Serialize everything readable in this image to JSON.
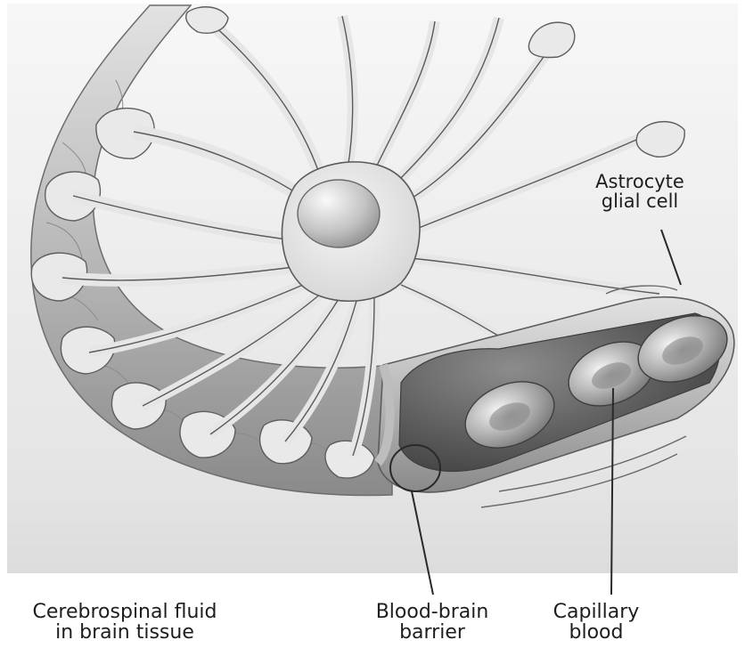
{
  "labels": {
    "astrocyte": {
      "line1": "Astrocyte",
      "line2": "glial cell"
    },
    "csf": {
      "line1": "Cerebrospinal fluid",
      "line2": "in brain tissue"
    },
    "bbb": {
      "line1": "Blood-brain",
      "line2": "barrier"
    },
    "capillary": {
      "line1": "Capillary",
      "line2": "blood"
    }
  },
  "colors": {
    "background": "#ffffff",
    "vessel_outer": "#c9c9c9",
    "vessel_inner": "#5e5e5e",
    "cell_body": "#ececec",
    "red_cell": "#9a9a9a",
    "outline": "#4a4a4a",
    "text": "#1e1e1e"
  }
}
